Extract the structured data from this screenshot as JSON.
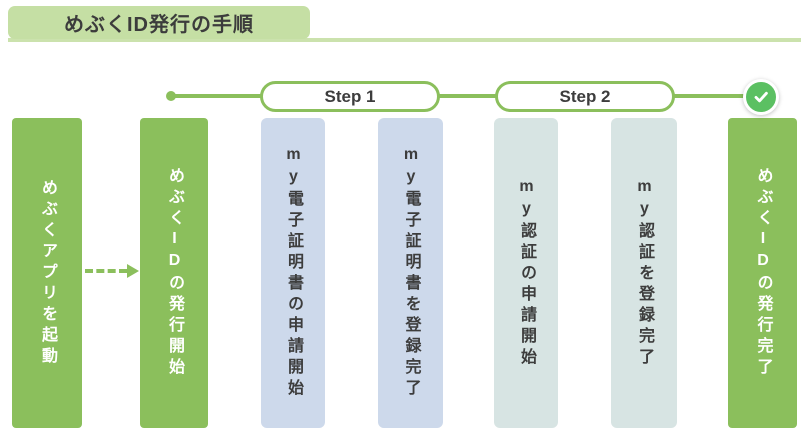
{
  "header": {
    "title": "めぶくID発行の手順"
  },
  "timeline": {
    "step1_label": "Step 1",
    "step2_label": "Step 2",
    "end_icon": "checkmark-icon"
  },
  "columns": [
    {
      "id": "launch-app",
      "label": "めぶくアプリを起動",
      "style": "green"
    },
    {
      "id": "id-issue-start",
      "label": "めぶくIDの発行開始",
      "style": "green"
    },
    {
      "id": "cert-apply-start",
      "label": "my電子証明書の申請開始",
      "style": "blue"
    },
    {
      "id": "cert-register-done",
      "label": "my電子証明書を登録完了",
      "style": "blue"
    },
    {
      "id": "auth-apply-start",
      "label": "my認証の申請開始",
      "style": "teal"
    },
    {
      "id": "auth-register-done",
      "label": "my認証を登録完了",
      "style": "teal"
    },
    {
      "id": "id-issue-done",
      "label": "めぶくIDの発行完了",
      "style": "green"
    }
  ],
  "colors": {
    "column_green": "#8bbf5c",
    "banner_green": "#c5dfa4",
    "rule_green": "#cbe2ad",
    "light_blue": "#cdd9eb",
    "light_teal": "#d7e4e3",
    "check_circle_green": "#5bc062",
    "text_dark": "#3d3d3d",
    "text_on_green": "#ffffff"
  }
}
